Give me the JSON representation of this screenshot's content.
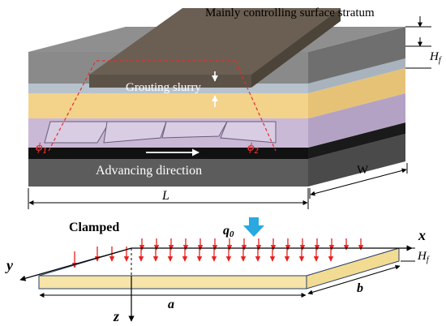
{
  "top_figure": {
    "stratum_label": "Mainly controlling surface stratum",
    "grout_label": "Grouting slurry",
    "direction_label": "Advancing direction",
    "hf_label_main": "H",
    "hf_label_sub": "f",
    "phi1_main": "ϕ",
    "phi1_sub": "1",
    "phi2_main": "ϕ",
    "phi2_sub": "2",
    "length_label": "L",
    "width_label": "W"
  },
  "bottom_figure": {
    "clamped_label": "Clamped",
    "load_main": "q",
    "load_sub": "0",
    "x_axis": "x",
    "y_axis": "y",
    "z_axis": "z",
    "a_label": "a",
    "b_label": "b",
    "hf_label_main": "H",
    "hf_label_sub": "f"
  },
  "colors": {
    "overburden": "#7f7f7f",
    "yellow_layer": "#f3d28a",
    "grout": "#bcc6cf",
    "purple_layer": "#c9b8d6",
    "coal_seam": "#111111",
    "floor": "#6e6e6e",
    "load_arrows": "#e8201d",
    "q0_arrow": "#2aa8e0",
    "accent_red": "#e03030"
  }
}
